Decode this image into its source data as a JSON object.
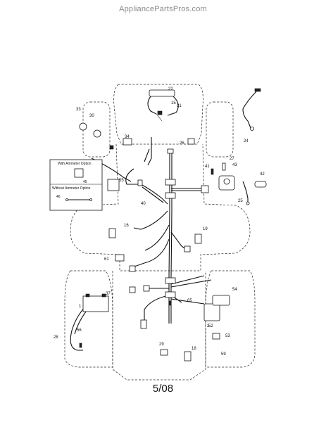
{
  "watermark": "AppliancePartsPros.com",
  "page_number": "5/08",
  "inset": {
    "with_ammeter_label": "With Ammeter Option",
    "with_ammeter_callout": "45",
    "without_ammeter_label": "Without Ammeter Option",
    "without_ammeter_callout": "46"
  },
  "callouts": [
    "33",
    "30",
    "22",
    "15",
    "21",
    "34",
    "26",
    "24",
    "27",
    "41",
    "43",
    "42",
    "25",
    "55",
    "40",
    "16",
    "19",
    "61",
    "37",
    "1",
    "65",
    "54",
    "2",
    "52",
    "53",
    "56",
    "28",
    "29",
    "18",
    "59"
  ]
}
